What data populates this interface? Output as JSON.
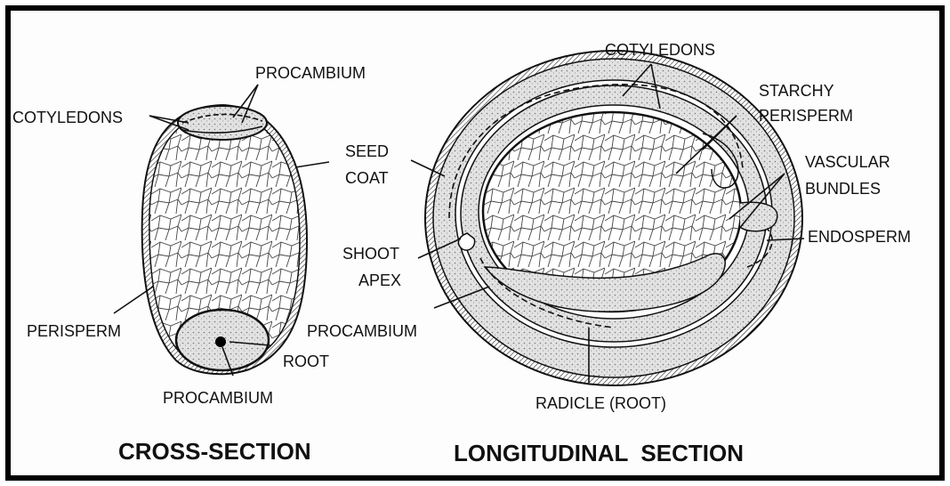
{
  "colors": {
    "ink": "#111111",
    "stipple": "#d9d9d9",
    "cell_fill": "#ffffff",
    "border": "#000000"
  },
  "cross_section": {
    "caption": "CROSS-SECTION",
    "labels": {
      "procambium_top": "PROCAMBIUM",
      "cotyledons": "COTYLEDONS",
      "perisperm": "PERISPERM",
      "root": "ROOT",
      "procambium_bottom": "PROCAMBIUM"
    }
  },
  "longitudinal_section": {
    "caption": "LONGITUDINAL  SECTION",
    "labels": {
      "cotyledons": "COTYLEDONS",
      "starchy_1": "STARCHY",
      "starchy_2": "PERISPERM",
      "seed_coat_1": "SEED",
      "seed_coat_2": "COAT",
      "vascular_1": "VASCULAR",
      "vascular_2": "BUNDLES",
      "endosperm": "ENDOSPERM",
      "shoot_1": "SHOOT",
      "shoot_2": "APEX",
      "procambium": "PROCAMBIUM",
      "radicle": "RADICLE (ROOT)"
    }
  }
}
